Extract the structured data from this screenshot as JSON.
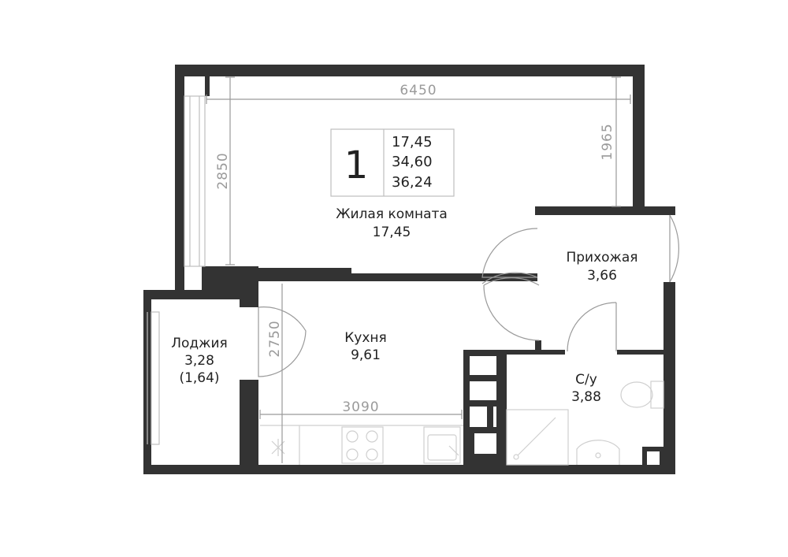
{
  "colors": {
    "wall": "#333333",
    "dimension": "#9a9a9a",
    "text": "#222222",
    "fixture": "#cfcfcf"
  },
  "summary": {
    "rooms_count": "1",
    "living_area": "17,45",
    "main_area": "34,60",
    "total_area": "36,24"
  },
  "rooms": {
    "living": {
      "name": "Жилая комната",
      "area": "17,45"
    },
    "hallway": {
      "name": "Прихожая",
      "area": "3,66"
    },
    "kitchen": {
      "name": "Кухня",
      "area": "9,61"
    },
    "loggia": {
      "name": "Лоджия",
      "area": "3,28",
      "area_reduced": "(1,64)"
    },
    "bathroom": {
      "name": "С/у",
      "area": "3,88"
    }
  },
  "dimensions": {
    "living_width": "6450",
    "living_depth": "2850",
    "living_right_depth": "1965",
    "kitchen_width": "3090",
    "kitchen_depth": "2750"
  },
  "icons": [
    "stove-icon",
    "sink-icon",
    "toilet-icon",
    "shower-icon",
    "washbasin-icon",
    "fan-icon"
  ]
}
